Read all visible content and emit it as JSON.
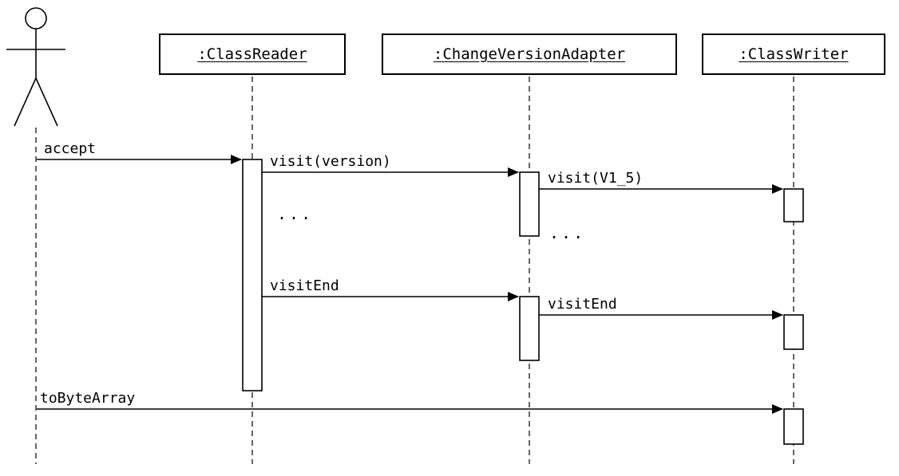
{
  "diagram_type": "UML sequence diagram",
  "colors": {
    "background": "#ffffff",
    "stroke": "#000000"
  },
  "lifelines": [
    {
      "label": ":ClassReader"
    },
    {
      "label": ":ChangeVersionAdapter"
    },
    {
      "label": ":ClassWriter"
    }
  ],
  "messages": [
    {
      "label": "accept",
      "from": "actor",
      "to": ":ClassReader"
    },
    {
      "label": "visit(version)",
      "from": ":ClassReader",
      "to": ":ChangeVersionAdapter"
    },
    {
      "label": "visit(V1_5)",
      "from": ":ChangeVersionAdapter",
      "to": ":ClassWriter"
    },
    {
      "label": "visitEnd",
      "from": ":ClassReader",
      "to": ":ChangeVersionAdapter"
    },
    {
      "label": "visitEnd",
      "from": ":ChangeVersionAdapter",
      "to": ":ClassWriter"
    },
    {
      "label": "toByteArray",
      "from": "actor",
      "to": ":ClassWriter"
    }
  ],
  "ellipses": [
    {
      "label": "..."
    },
    {
      "label": "..."
    }
  ]
}
